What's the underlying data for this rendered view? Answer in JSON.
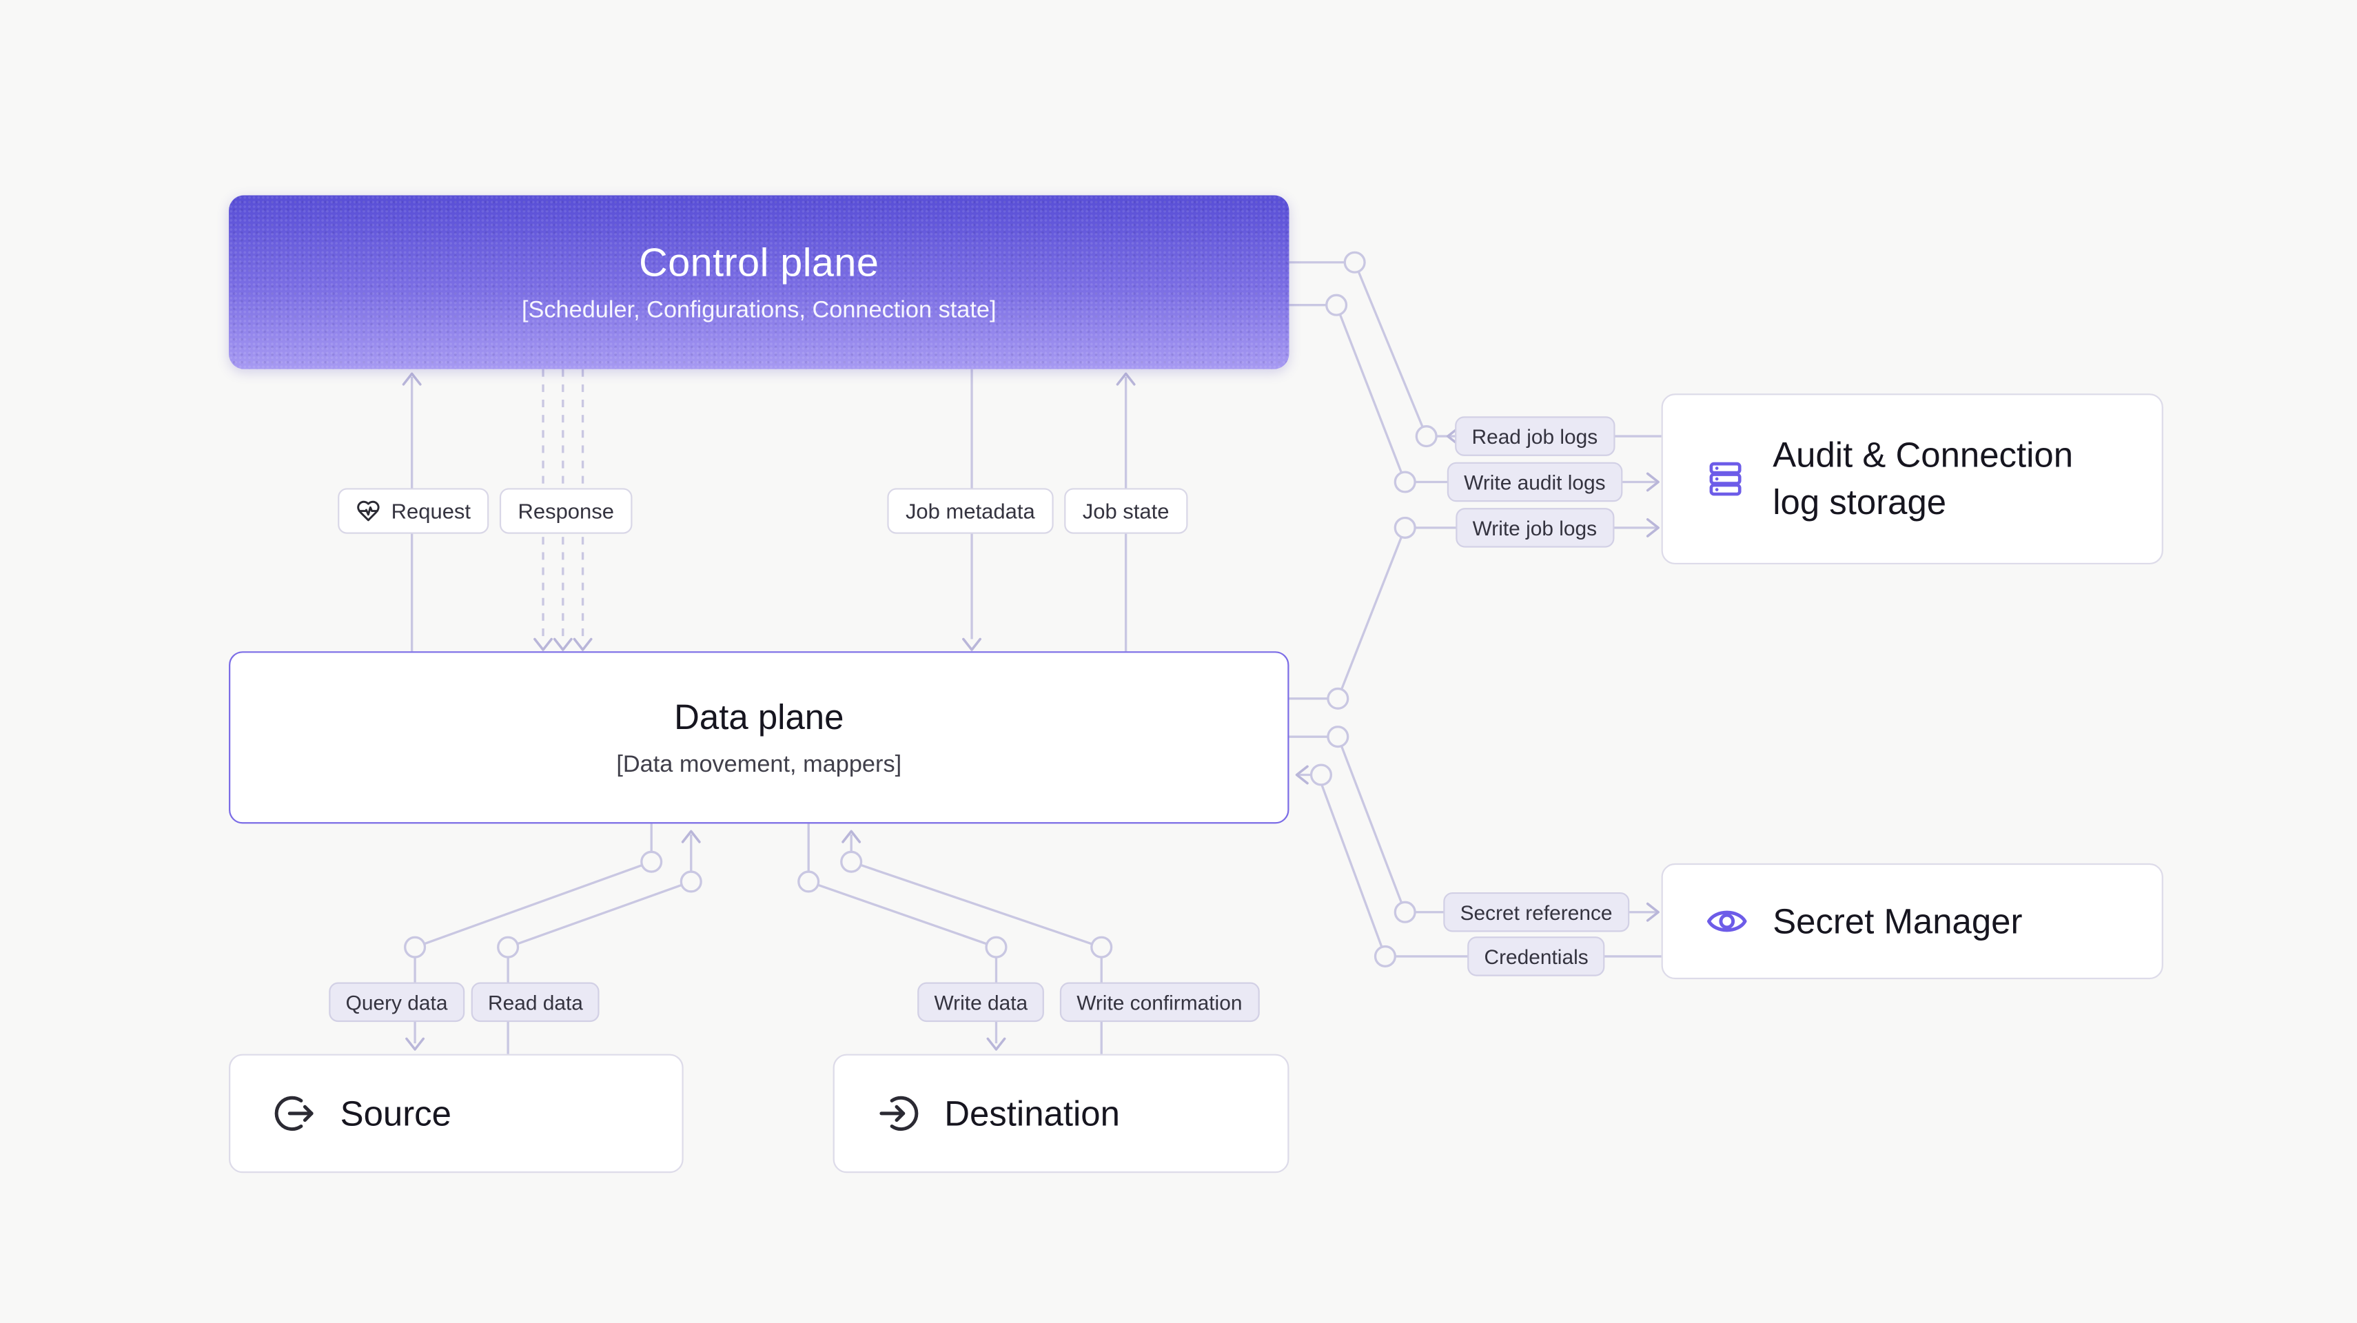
{
  "nodes": {
    "control_plane": {
      "title": "Control plane",
      "subtitle": "[Scheduler, Configurations, Connection state]"
    },
    "data_plane": {
      "title": "Data plane",
      "subtitle": "[Data movement, mappers]"
    },
    "source": {
      "label": "Source"
    },
    "destination": {
      "label": "Destination"
    },
    "audit_log_storage": {
      "label": "Audit & Connection log storage"
    },
    "secret_manager": {
      "label": "Secret Manager"
    }
  },
  "edge_labels": {
    "request": "Request",
    "response": "Response",
    "job_metadata": "Job metadata",
    "job_state": "Job state",
    "read_job_logs": "Read job logs",
    "write_audit_logs": "Write audit logs",
    "write_job_logs": "Write job logs",
    "secret_reference": "Secret reference",
    "credentials": "Credentials",
    "query_data": "Query data",
    "read_data": "Read data",
    "write_data": "Write data",
    "write_confirmation": "Write confirmation"
  },
  "colors": {
    "background": "#f8f8f7",
    "accent_purple": "#6d5ce8",
    "control_gradient_top": "#584ed6",
    "control_gradient_bottom": "#a79af2",
    "connector_line": "#c9c7e2",
    "pill_fill": "#eae9f5",
    "text_dark": "#16151f"
  }
}
